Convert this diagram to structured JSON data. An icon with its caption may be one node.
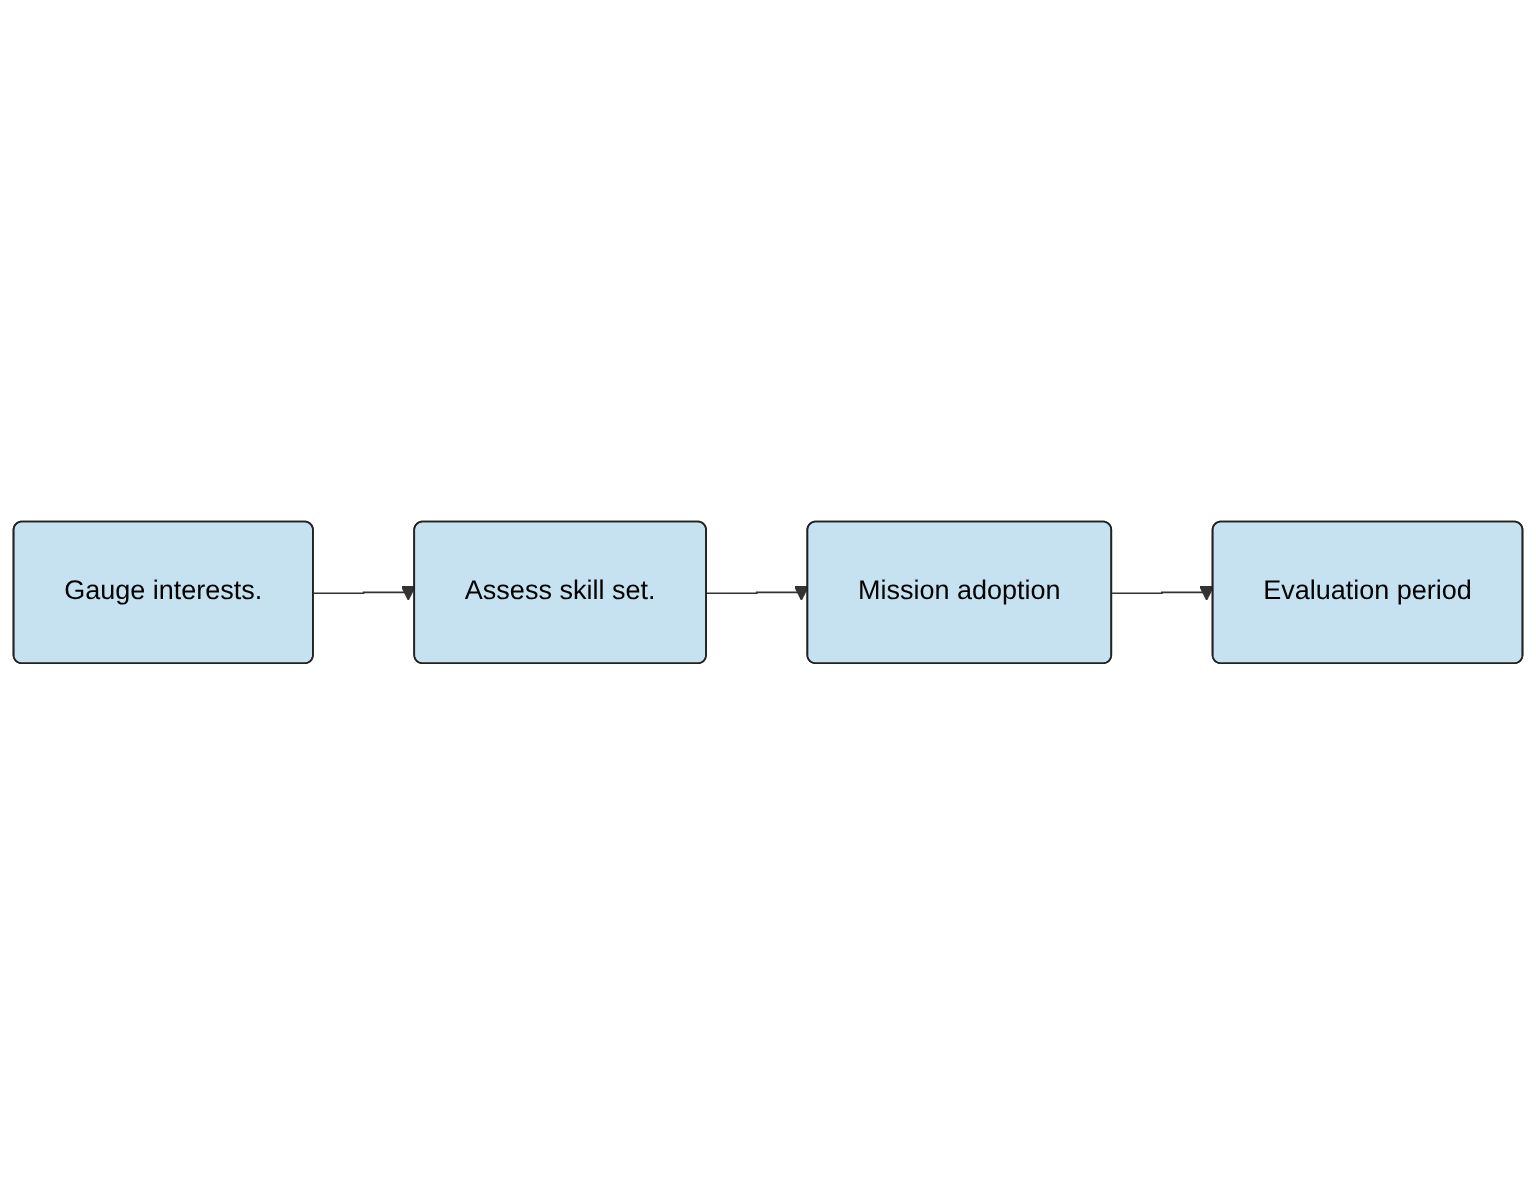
{
  "diagram": {
    "nodes": [
      {
        "text": [
          "Gauge interests."
        ]
      },
      {
        "text": [
          "Assess skill set."
        ]
      },
      {
        "text": [
          "Mission adoption"
        ]
      },
      {
        "text": [
          "Evaluation period"
        ]
      }
    ],
    "edges": [
      {
        "from": 0,
        "to": 1,
        "arrow": "to"
      },
      {
        "from": 1,
        "to": 2,
        "arrow": "to"
      },
      {
        "from": 2,
        "to": 3,
        "arrow": "to"
      }
    ]
  }
}
